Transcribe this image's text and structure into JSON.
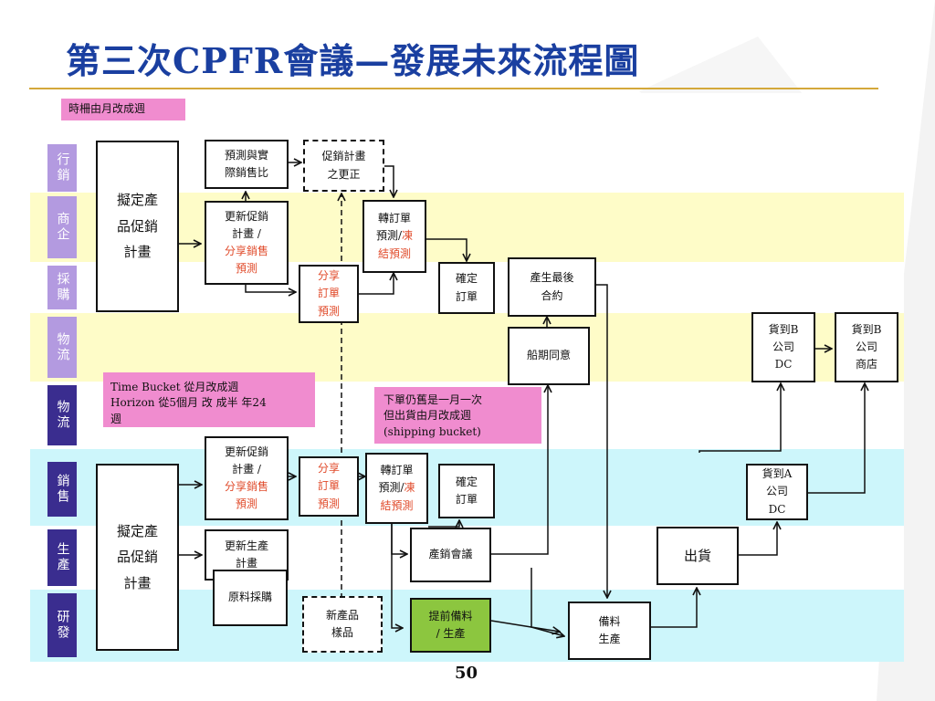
{
  "slide": {
    "title": "第三次CPFR會議—發展未來流程圖",
    "page_number": "50"
  },
  "tag_top": "時柵由月改成週",
  "lanes": [
    {
      "label": "行銷",
      "color": "#b39ae0",
      "band": "#ffffff"
    },
    {
      "label": "商企",
      "color": "#b39ae0",
      "band": "#fefcc8"
    },
    {
      "label": "採購",
      "color": "#b39ae0",
      "band": "#ffffff"
    },
    {
      "label": "物流",
      "color": "#b39ae0",
      "band": "#fefcc8"
    },
    {
      "label": "物流",
      "color": "#3a2d8f",
      "band": "#ffffff"
    },
    {
      "label": "銷售",
      "color": "#3a2d8f",
      "band": "#cdf6fb"
    },
    {
      "label": "生產",
      "color": "#3a2d8f",
      "band": "#ffffff"
    },
    {
      "label": "研發",
      "color": "#3a2d8f",
      "band": "#cdf6fb"
    }
  ],
  "notes": {
    "time_bucket": "Time Bucket  從月改成週\nHorizon  從5個月 改 成半 年24\n週",
    "shipping": "下單仍舊是一月一次\n但出貨由月改成週\n(shipping bucket)"
  },
  "boxes": {
    "plan_top": "擬定產\n品促銷\n計畫",
    "forecast_vs_sales": "預測與實\n際銷售比",
    "promo_correction": "促銷計畫\n之更正",
    "update_promo_1": "更新促銷\n計畫 /",
    "share_sales_forecast_1": "分享銷售\n預測",
    "convert_order_1_a": "轉訂單\n預測/",
    "convert_order_1_b": "凍",
    "convert_order_1_c": "結預測",
    "share_order_1": "分享\n訂單\n預測",
    "confirm_order_1": "確定\n訂單",
    "final_contract": "產生最後\n合約",
    "shipping_agree": "船期同意",
    "goods_b_dc": "貨到B\n公司\nDC",
    "goods_b_store": "貨到B\n公司\n商店",
    "plan_bottom": "擬定產\n品促銷\n計畫",
    "update_promo_2": "更新促銷\n計畫 /",
    "share_sales_forecast_2": "分享銷售\n預測",
    "share_order_2": "分享\n訂單\n預測",
    "convert_order_2_a": "轉訂單\n預測/",
    "convert_order_2_b": "凍",
    "convert_order_2_c": "結預測",
    "confirm_order_2": "確定\n訂單",
    "goods_a_dc": "貨到A\n公司\nDC",
    "update_production": "更新生產\n計畫",
    "raw_purchase": "原料採購",
    "prod_sales_meeting": "產銷會議",
    "ship": "出貨",
    "new_product_sample": "新產品\n樣品",
    "early_prep": "提前備料\n/ 生產",
    "prep_production": "備料\n生產"
  }
}
